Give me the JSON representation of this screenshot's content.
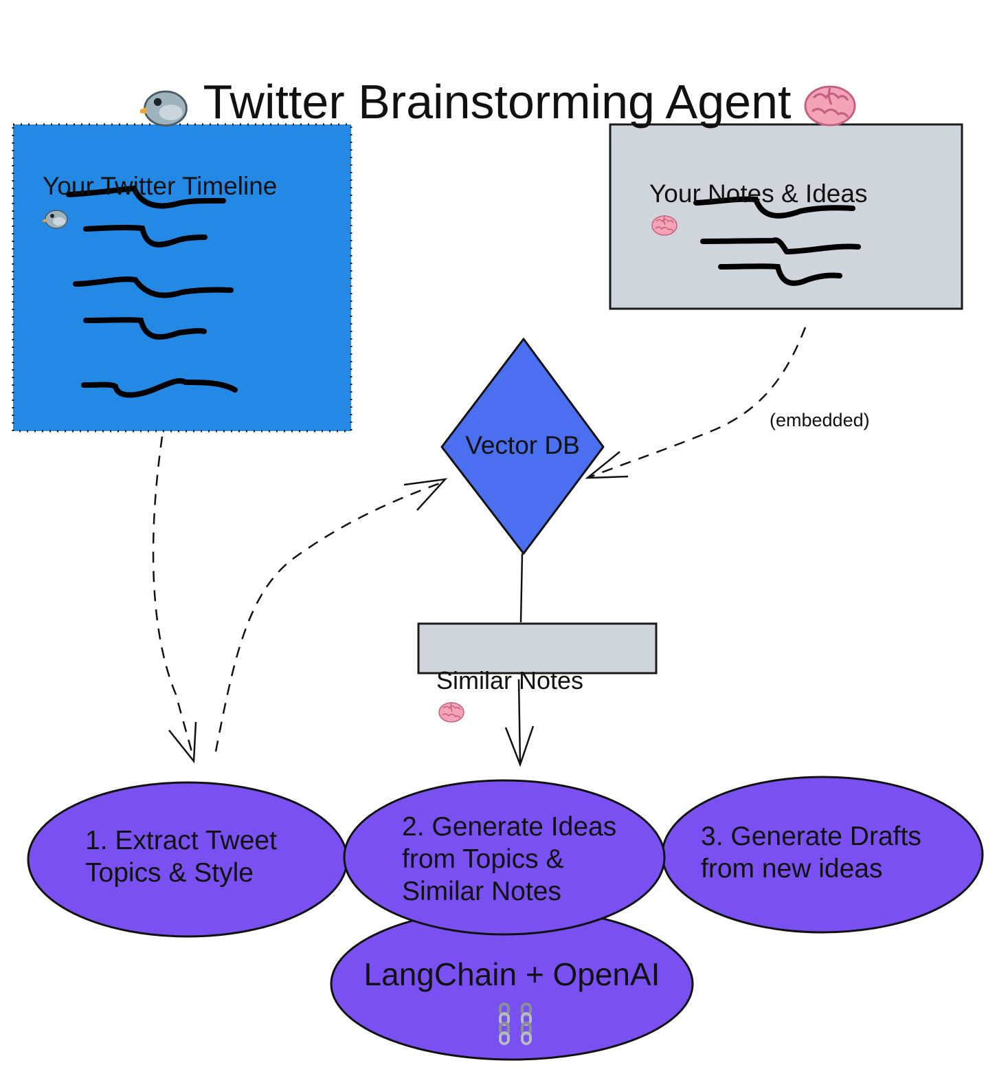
{
  "title": "Twitter Brainstorming Agent",
  "title_icons": {
    "left": "bird-icon",
    "right": "brain-icon"
  },
  "timeline_box": {
    "label": "Your Twitter Timeline",
    "icon": "bird-icon",
    "color": "#2389E4"
  },
  "notes_box": {
    "label": "Your Notes & Ideas",
    "icon": "brain-icon",
    "color": "#D0D5DC"
  },
  "vector_db": {
    "label": "Vector DB",
    "color": "#4A6FF0"
  },
  "embedded_label": "(embedded)",
  "similar_notes": {
    "label": "Similar Notes",
    "icon": "brain-icon",
    "color": "#D0D5DC"
  },
  "steps": [
    {
      "label": "1. Extract Tweet\nTopics & Style"
    },
    {
      "label": "2. Generate Ideas\nfrom Topics &\nSimilar Notes"
    },
    {
      "label": "3. Generate Drafts\nfrom new ideas"
    }
  ],
  "engine": {
    "label": "LangChain + OpenAI",
    "icon": "chain-icon"
  },
  "oval_color": "#7950F2"
}
